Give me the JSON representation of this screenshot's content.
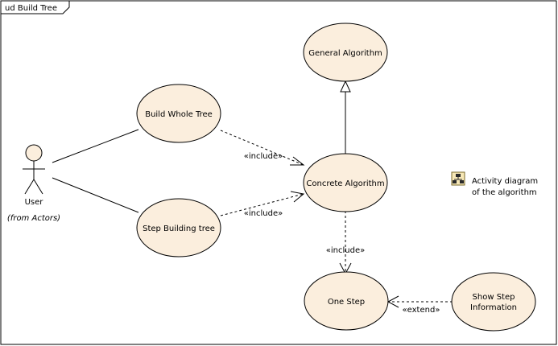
{
  "frame": {
    "title": "ud Build Tree"
  },
  "actor": {
    "name": "User",
    "stereotype": "(from Actors)"
  },
  "use_cases": {
    "general_algorithm": "General Algorithm",
    "build_whole_tree": "Build Whole Tree",
    "concrete_algorithm": "Concrete Algorithm",
    "step_building_tree": "Step Building tree",
    "one_step": "One Step",
    "show_step_line1": "Show Step",
    "show_step_line2": "Information"
  },
  "relations": {
    "include_1": "«include»",
    "include_2": "«include»",
    "include_3": "«include»",
    "extend": "«extend»"
  },
  "note": {
    "icon": "activity-diagram-icon",
    "line1": "Activity diagram",
    "line2": "of the algorithm"
  }
}
